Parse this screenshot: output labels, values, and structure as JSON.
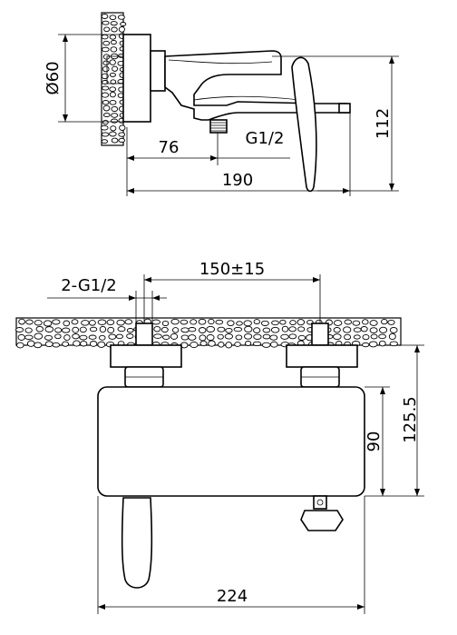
{
  "dimensions": {
    "side": {
      "diameter": "Ø60",
      "outlet_distance": "76",
      "thread": "G1/2",
      "depth": "190",
      "height": "112"
    },
    "front": {
      "thread_pair": "2-G1/2",
      "center_distance": "150±15",
      "overall_height": "125.5",
      "body_height": "90",
      "width": "224"
    }
  }
}
